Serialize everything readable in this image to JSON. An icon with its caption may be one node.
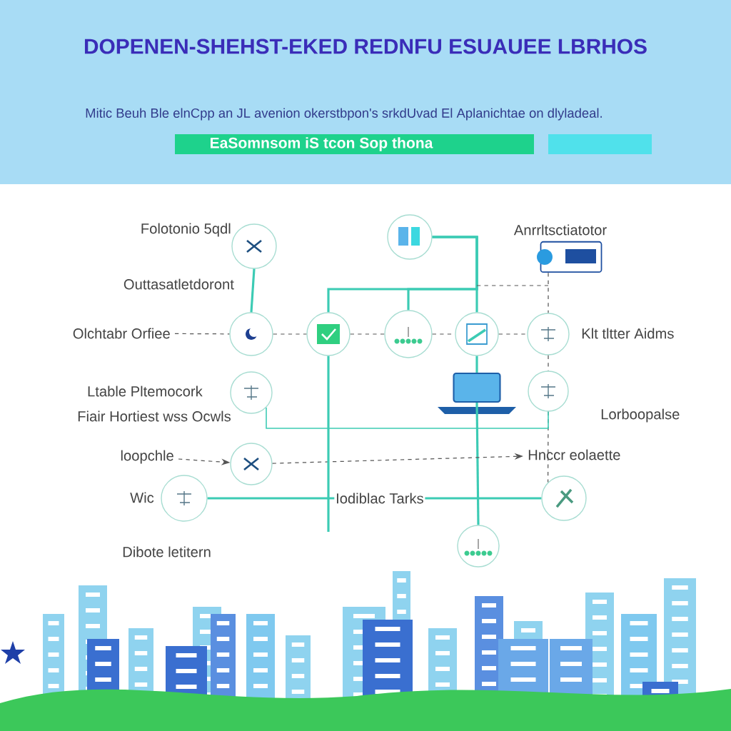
{
  "diagram": {
    "title": "DOPENEN-SHEHST-EKED REDNFU ESUAUEE LBRHOS",
    "nodes": [
      {
        "text": [],
        "shape": "circle",
        "beside": [
          "Folotonio 5qdl"
        ]
      },
      {
        "text": [],
        "shape": "circle"
      },
      {
        "text": [],
        "shape": "box",
        "beside": [
          "Anrrltsctiatotor"
        ]
      },
      {
        "text": [
          "Olchtabr Orfiee"
        ]
      },
      {
        "text": [],
        "shape": "circle"
      },
      {
        "text": [],
        "shape": "circle"
      },
      {
        "text": [],
        "shape": "circle"
      },
      {
        "text": [],
        "shape": "circle"
      },
      {
        "text": [],
        "shape": "circle",
        "beside": [
          "Klt tltter Aidms"
        ]
      },
      {
        "text": [],
        "shape": "circle",
        "beside": [
          "Ltable Pltemocork",
          "Fiair Hortiest wss Ocwls"
        ]
      },
      {
        "text": [],
        "shape": "picture"
      },
      {
        "text": [],
        "shape": "circle",
        "beside": [
          "Lorboopalse"
        ]
      },
      {
        "text": [
          "loopchle"
        ]
      },
      {
        "text": [],
        "shape": "circle"
      },
      {
        "text": [
          "Hnccr eolaette"
        ]
      },
      {
        "text": [],
        "shape": "circle",
        "beside": [
          "Wic"
        ]
      },
      {
        "text": [],
        "shape": "circle"
      },
      {
        "text": [],
        "shape": "circle"
      }
    ],
    "edges": [
      {
        "from": 0,
        "to": 4,
        "arrow": "none",
        "style": "thick",
        "color": "#3ccbb4"
      },
      {
        "from": 1,
        "to": 5,
        "arrow": "none",
        "style": "thick",
        "color": "#3ccbb4"
      },
      {
        "from": 1,
        "to": 6,
        "arrow": "none",
        "style": "thick",
        "color": "#3ccbb4"
      },
      {
        "from": 1,
        "to": 7,
        "arrow": "none",
        "style": "thick",
        "color": "#3ccbb4"
      },
      {
        "from": 3,
        "to": 4,
        "arrow": "none",
        "style": "dashed"
      },
      {
        "from": 4,
        "to": 5,
        "arrow": "none",
        "style": "dashed"
      },
      {
        "from": 5,
        "to": 6,
        "arrow": "none",
        "style": "dashed"
      },
      {
        "from": 6,
        "to": 7,
        "arrow": "none",
        "style": "dashed"
      },
      {
        "from": 7,
        "to": 8,
        "arrow": "none",
        "style": "dashed"
      },
      {
        "from": 2,
        "to": 8,
        "arrow": "none",
        "style": "dashed"
      },
      {
        "from": 8,
        "to": 11,
        "arrow": "none",
        "style": "dashed"
      },
      {
        "from": 11,
        "to": 16,
        "arrow": "none",
        "style": "dashed"
      },
      {
        "from": 7,
        "to": 10,
        "arrow": "none",
        "style": "thick",
        "color": "#3ccbb4"
      },
      {
        "from": 10,
        "to": 17,
        "arrow": "none",
        "style": "thick",
        "color": "#3ccbb4"
      },
      {
        "from": 9,
        "to": 11,
        "arrow": "none",
        "color": "#3ccbb4"
      },
      {
        "from": 12,
        "to": 13,
        "arrow": "to",
        "style": "dashed"
      },
      {
        "from": 13,
        "to": 14,
        "arrow": "to",
        "style": "dashed"
      },
      {
        "from": 15,
        "to": 16,
        "arrow": "none",
        "style": "thick",
        "color": "#3ccbb4"
      },
      {
        "from": 5,
        "to": null,
        "arrow": "none",
        "style": "thick",
        "color": "#3ccbb4"
      }
    ],
    "labels": [
      "Mitic Beuh Ble elnCpp an JL avenion okerstbpon's srkdUvad El Aplanichtae on dlyladeal.",
      "EaSomnsom iS tcon  Sop thona",
      "Outtasatletdoront",
      "Iodiblac Tarks",
      "Dibote letitern"
    ]
  }
}
